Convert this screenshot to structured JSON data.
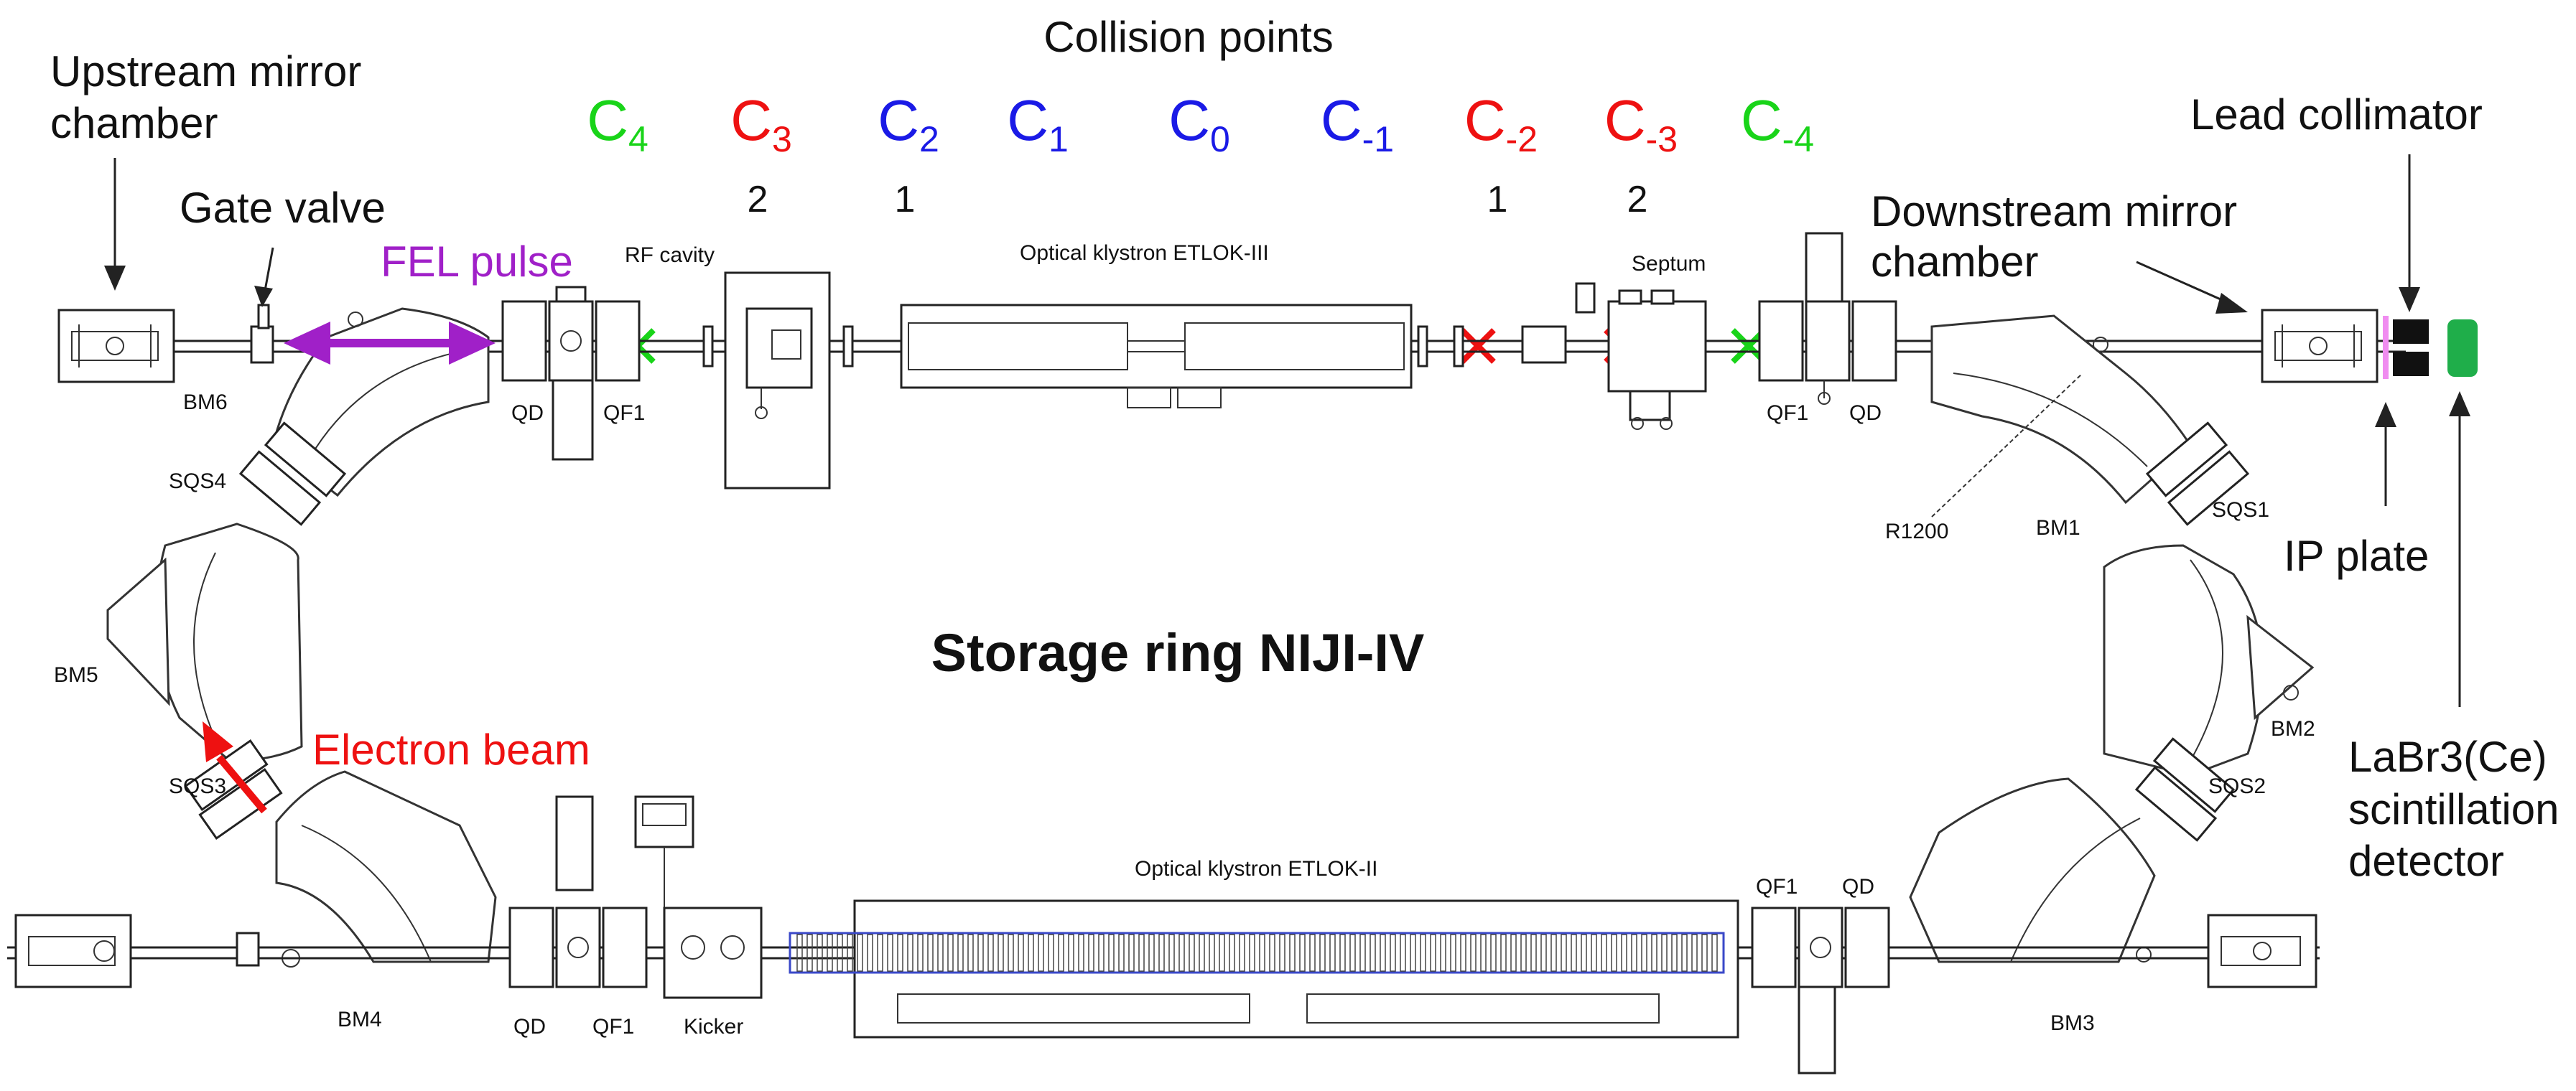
{
  "labels": {
    "collision_points": "Collision points",
    "upstream_mirror_1": "Upstream mirror",
    "upstream_mirror_2": "chamber",
    "gate_valve": "Gate valve",
    "fel_pulse": "FEL pulse",
    "rf_cavity": "RF cavity",
    "ok3": "Optical klystron ETLOK-III",
    "septum": "Septum",
    "lead_collimator": "Lead collimator",
    "downstream_mirror_1": "Downstream mirror",
    "downstream_mirror_2": "chamber",
    "ip_plate": "IP plate",
    "detector_1": "LaBr3(Ce)",
    "detector_2": "scintillation",
    "detector_3": "detector",
    "storage_ring": "Storage ring NIJI-IV",
    "electron_beam": "Electron beam",
    "ok2": "Optical klystron ETLOK-II",
    "bm1": "BM1",
    "bm2": "BM2",
    "bm3": "BM3",
    "bm4": "BM4",
    "bm5": "BM5",
    "bm6": "BM6",
    "sqs1": "SQS1",
    "sqs2": "SQS2",
    "sqs3": "SQS3",
    "sqs4": "SQS4",
    "qd_tl": "QD",
    "qf1_tl": "QF1",
    "qf1_tr": "QF1",
    "qd_tr": "QD",
    "qf1_br": "QF1",
    "qd_br": "QD",
    "qd_bl": "QD",
    "qf1_bl": "QF1",
    "kicker": "Kicker",
    "r1200": "R1200"
  },
  "collision_points": [
    {
      "base": "C",
      "sub": "4",
      "color": "#19d419",
      "number": ""
    },
    {
      "base": "C",
      "sub": "3",
      "color": "#ee1111",
      "number": "2"
    },
    {
      "base": "C",
      "sub": "2",
      "color": "#1a1ae6",
      "number": "1"
    },
    {
      "base": "C",
      "sub": "1",
      "color": "#1a1ae6",
      "number": ""
    },
    {
      "base": "C",
      "sub": "0",
      "color": "#1a1ae6",
      "number": ""
    },
    {
      "base": "C",
      "sub": "-1",
      "color": "#1a1ae6",
      "number": ""
    },
    {
      "base": "C",
      "sub": "-2",
      "color": "#ee1111",
      "number": "1"
    },
    {
      "base": "C",
      "sub": "-3",
      "color": "#ee1111",
      "number": "2"
    },
    {
      "base": "C",
      "sub": "-4",
      "color": "#19d419",
      "number": ""
    }
  ],
  "colors": {
    "green": "#19d419",
    "red": "#ee1111",
    "blue": "#1a1ae6",
    "fel": "#a020c8",
    "ip_plate": "#f08cf0",
    "detector": "#1fae4a"
  }
}
